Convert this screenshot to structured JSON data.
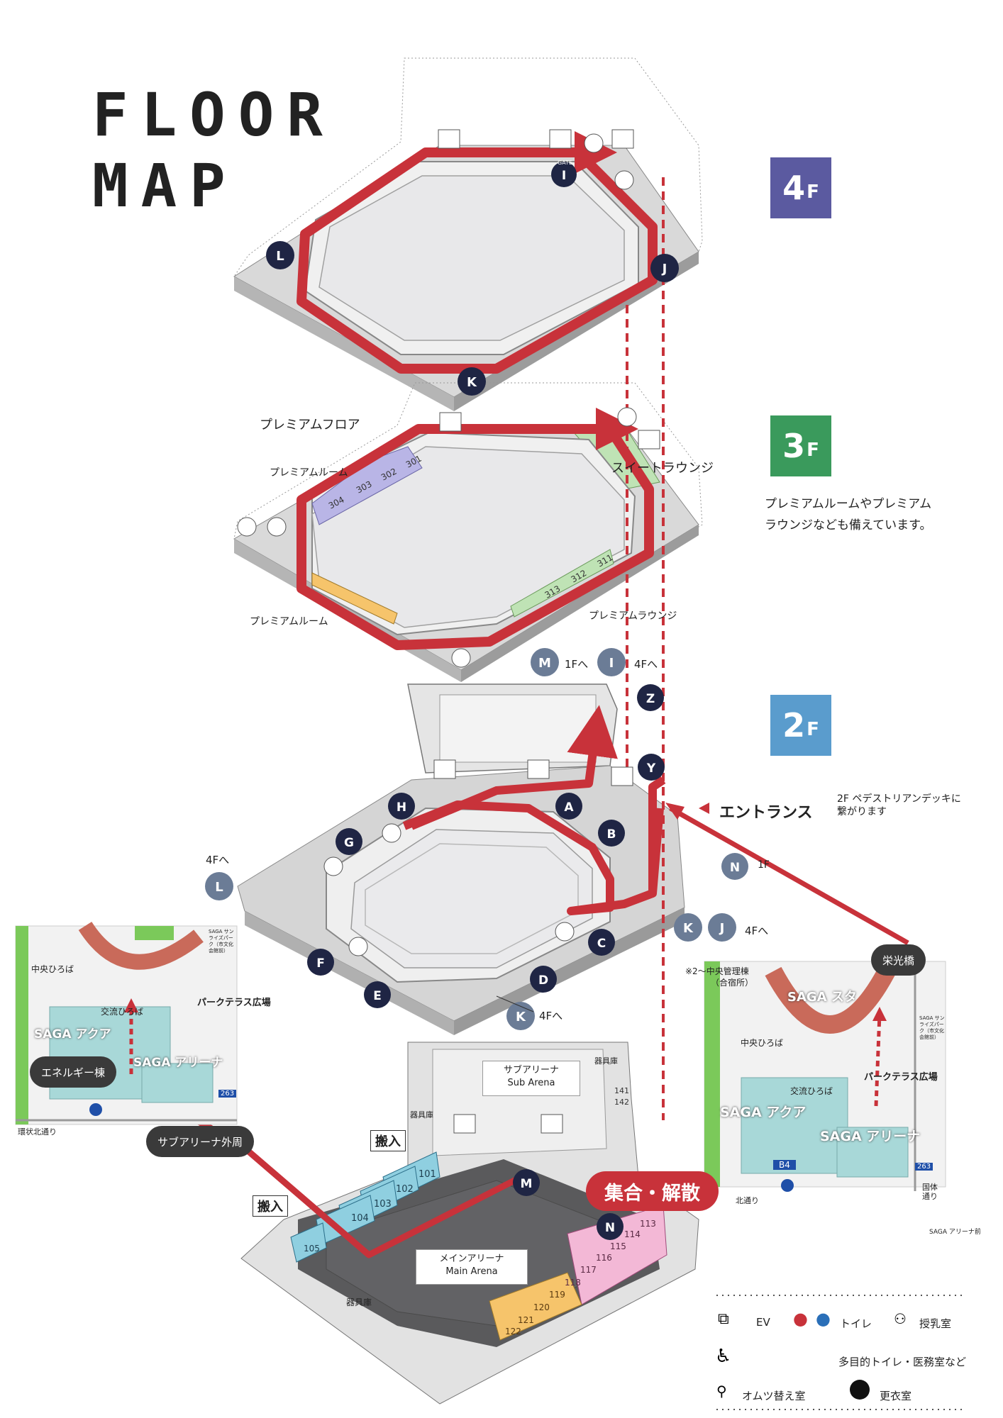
{
  "title": {
    "line1": "FLOOR",
    "line2": "MAP"
  },
  "floors": [
    {
      "id": "4f",
      "label": "4",
      "suffix": "F",
      "color": "#5b5aa0"
    },
    {
      "id": "3f",
      "label": "3",
      "suffix": "F",
      "color": "#3a9a5c"
    },
    {
      "id": "2f",
      "label": "2",
      "suffix": "F",
      "color": "#5a9ccd"
    }
  ],
  "floor3": {
    "premium_floor": "プレミアムフロア",
    "premium_room_top": "プレミアムルーム",
    "suite_lounge": "スイートラウンジ",
    "premium_room_bottom": "プレミアムルーム",
    "premium_lounge": "プレミアムラウンジ",
    "description_line1": "プレミアムルームやプレミアム",
    "description_line2": "ラウンジなども備えています。",
    "rooms_top": [
      "301",
      "302",
      "303",
      "304"
    ],
    "rooms_right": [
      "311",
      "312",
      "313"
    ]
  },
  "gates": {
    "4f": [
      "I",
      "J",
      "K",
      "L"
    ],
    "2f": [
      "A",
      "B",
      "C",
      "D",
      "E",
      "F",
      "G",
      "H",
      "Y",
      "Z",
      "N"
    ],
    "1f": [
      "M",
      "N"
    ],
    "gate_word": "GATE"
  },
  "floor2": {
    "to_1f": "1Fへ",
    "to_4f_top": "4Fへ",
    "to_4f_left": "4Fへ",
    "to_4f_right": "4Fへ",
    "to_4f_bottom": "4Fへ",
    "entrance": "エントランス",
    "deck_note_line1": "2F ペデストリアンデッキに",
    "deck_note_line2": "繋がります",
    "n_suffix": "1F",
    "mgmt_note_line1": "※2〜中央管理棟",
    "mgmt_note_line2": "（合宿所）"
  },
  "floor1": {
    "sub_arena_jp": "サブアリーナ",
    "sub_arena_en": "Sub Arena",
    "main_arena_jp": "メインアリーナ",
    "main_arena_en": "Main Arena",
    "storage": "器具庫",
    "storage_top": "器具庫",
    "storage_left": "器具庫",
    "loading_1": "搬入",
    "loading_2": "搬入",
    "seats_left": [
      "101",
      "102",
      "103",
      "104",
      "105"
    ],
    "seats_right": [
      "113",
      "114",
      "115",
      "116",
      "117",
      "118",
      "119",
      "120",
      "121",
      "122"
    ],
    "seats_small": [
      "141",
      "142"
    ],
    "rally": "集合・解散"
  },
  "mini_map_left": {
    "central_square": "中央ひろば",
    "exchange_square": "交流ひろば",
    "park_terrace": "パークテラス広場",
    "saga_aqua": "SAGA アクア",
    "saga_arena": "SAGA アリーナ",
    "energy_building": "エネルギー棟",
    "route": "サブアリーナ外周",
    "road": "環状北通り",
    "sunrise_park": "SAGA サンライズパーク（市文化会館前）",
    "route_no": "263"
  },
  "mini_map_right": {
    "bridge": "栄光橋",
    "saga_stadium": "SAGA スタ",
    "central_square": "中央ひろば",
    "exchange_square": "交流ひろば",
    "park_terrace": "パークテラス広場",
    "saga_aqua": "SAGA アクア",
    "saga_arena": "SAGA アリーナ",
    "parking": "B4",
    "road_1": "北通り",
    "road_2": "国体通り",
    "arena_front": "SAGA アリーナ前",
    "route_no": "263",
    "sunrise_park": "SAGA サンライズパーク（市文化会館前）"
  },
  "legend": {
    "ev": "EV",
    "toilet": "トイレ",
    "nursing": "授乳室",
    "multi_toilet": "多目的トイレ・医務室など",
    "diaper": "オムツ替え室",
    "changing": "更衣室"
  },
  "colors": {
    "route_red": "#c8323a",
    "navy_gate": "#1f2544",
    "grey_gate": "#6b7c96",
    "seat_blue": "#8fcfe0",
    "seat_pink": "#f3b8d6",
    "seat_orange": "#f6c46b",
    "room_purple": "#b9b5e6",
    "lounge_green": "#bfe3b5",
    "park_green": "#7bc95a"
  }
}
